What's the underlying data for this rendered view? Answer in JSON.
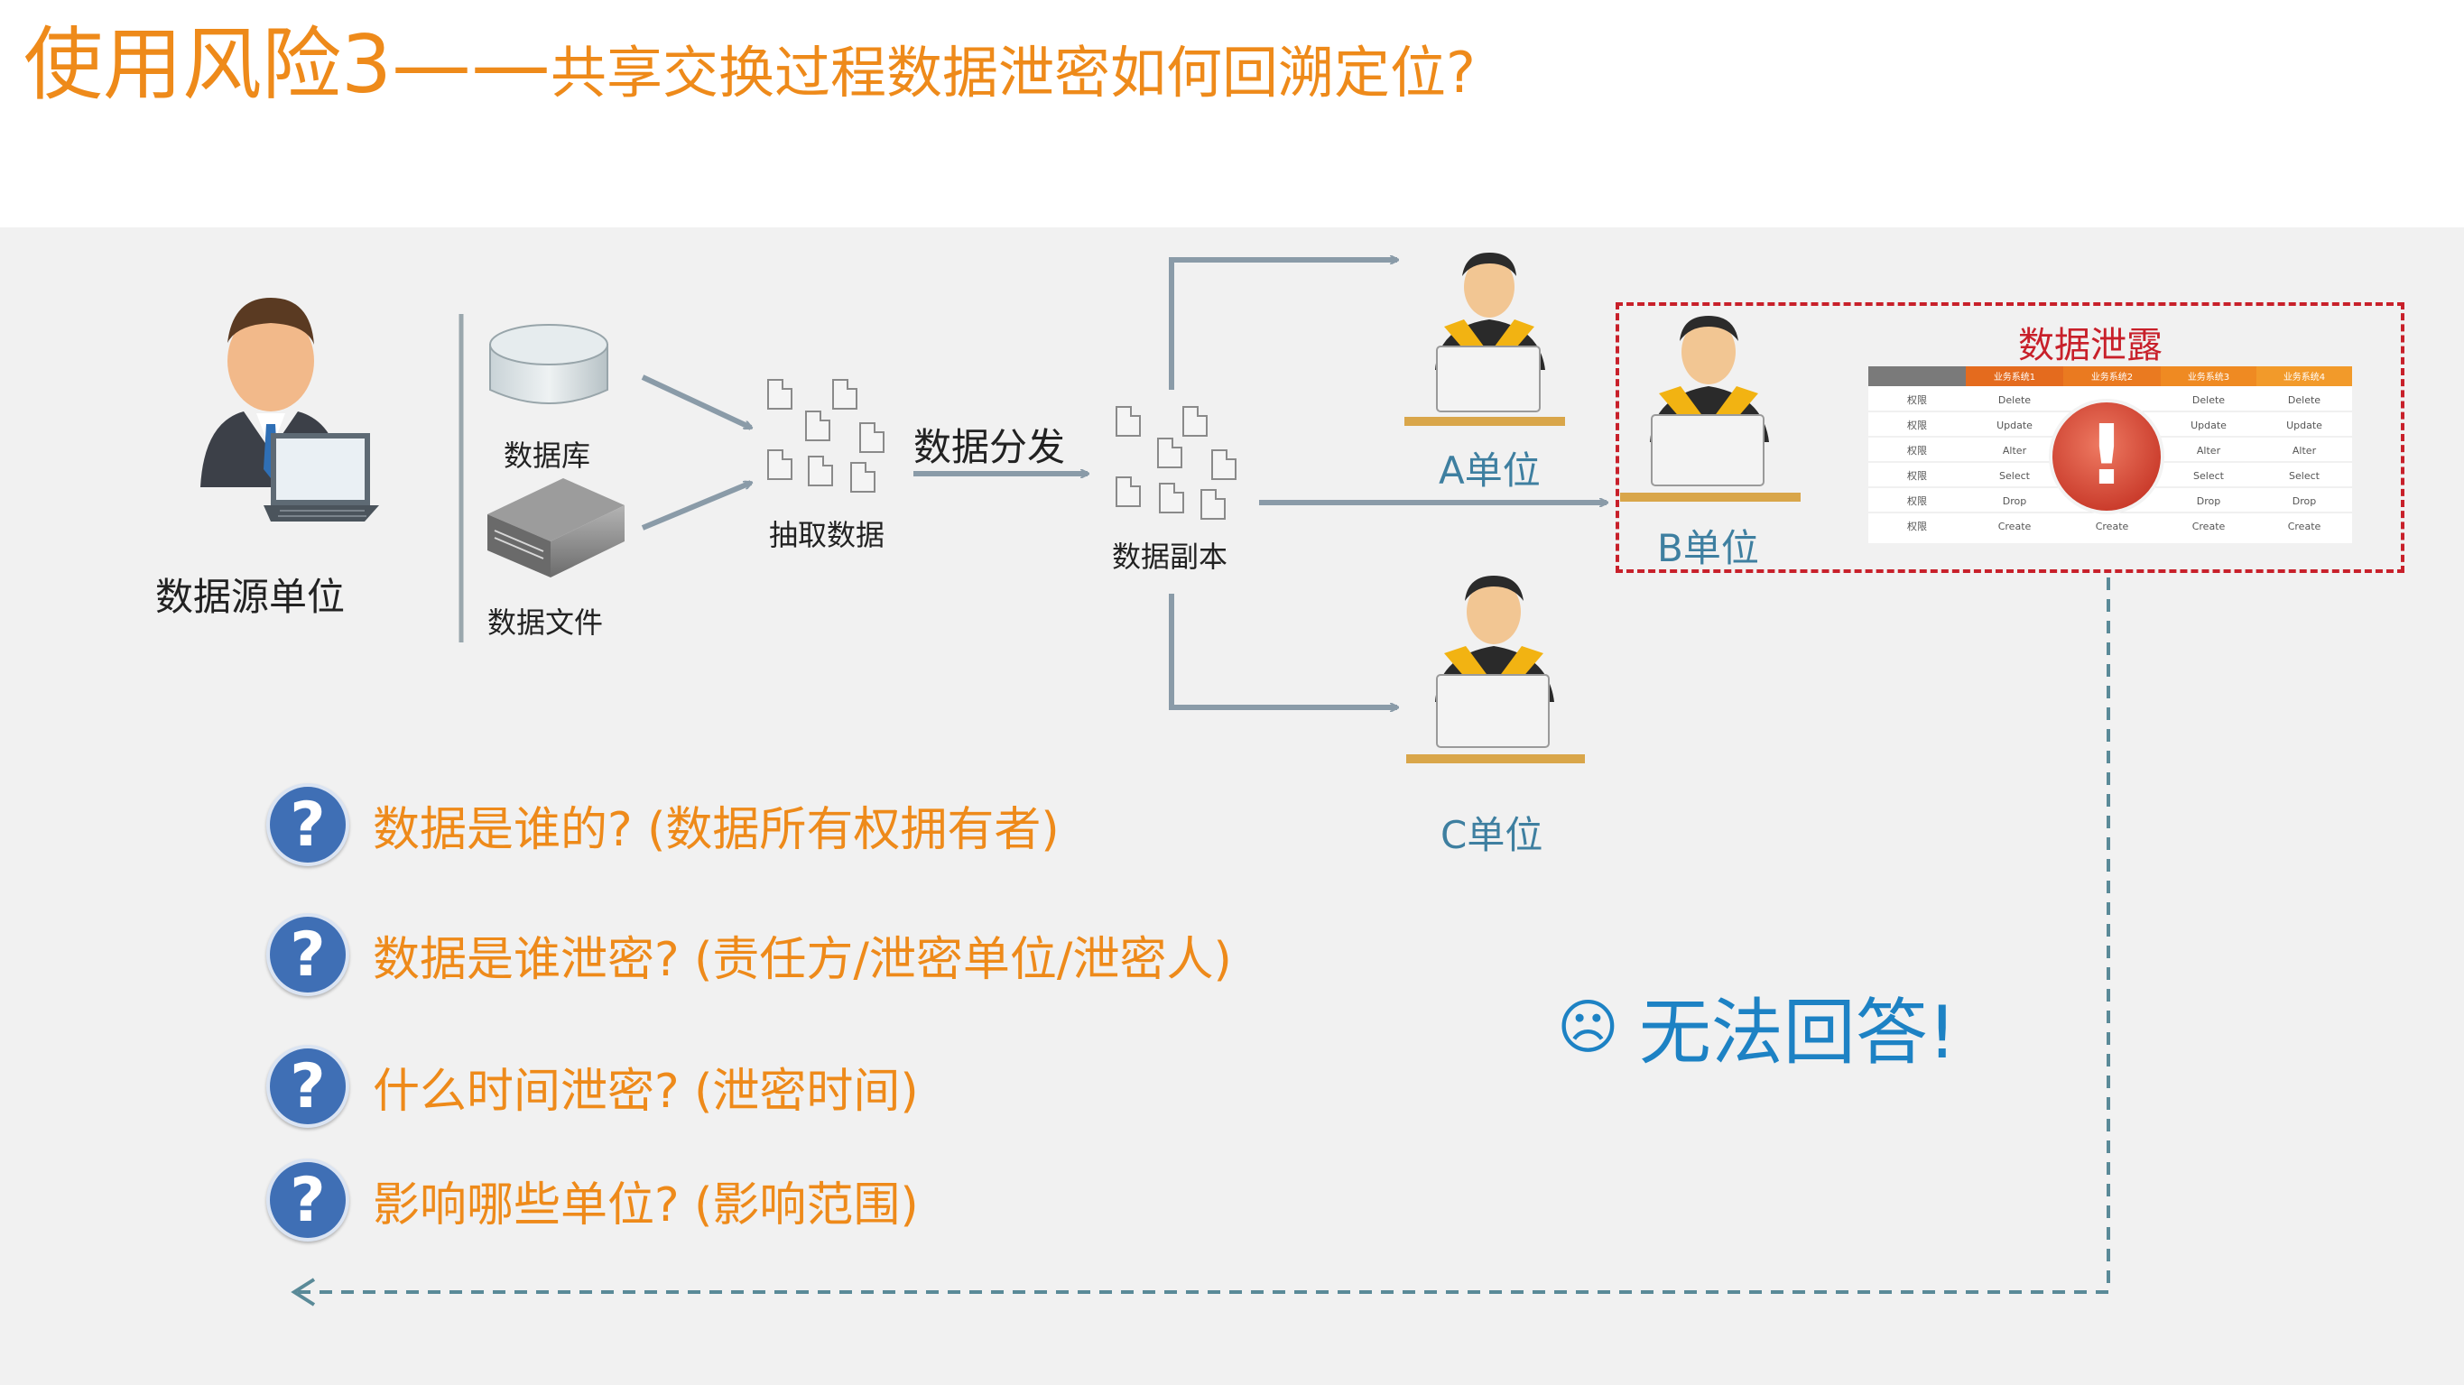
{
  "title": {
    "main": "使用风险3——",
    "sub": "共享交换过程数据泄密如何回溯定位?"
  },
  "source": {
    "label": "数据源单位"
  },
  "stores": {
    "database_label": "数据库",
    "file_label": "数据文件"
  },
  "extract": {
    "label": "抽取数据"
  },
  "distribute": {
    "label": "数据分发"
  },
  "copy": {
    "label": "数据副本"
  },
  "units": {
    "a_label": "A单位",
    "b_label": "B单位",
    "c_label": "C单位"
  },
  "leak": {
    "title": "数据泄露",
    "table_headers": [
      "",
      "业务系统1",
      "业务系统2",
      "业务系统3",
      "业务系统4"
    ],
    "rows": [
      [
        "权限",
        "Delete",
        "",
        "Delete",
        "Delete"
      ],
      [
        "权限",
        "Update",
        "",
        "Update",
        "Update"
      ],
      [
        "权限",
        "Alter",
        "",
        "Alter",
        "Alter"
      ],
      [
        "权限",
        "Select",
        "",
        "Select",
        "Select"
      ],
      [
        "权限",
        "Drop",
        "",
        "Drop",
        "Drop"
      ],
      [
        "权限",
        "Create",
        "Create",
        "Create",
        "Create"
      ]
    ],
    "alert_glyph": "!"
  },
  "questions": [
    {
      "icon": "?",
      "text": "数据是谁的? (数据所有权拥有者)"
    },
    {
      "icon": "?",
      "text": "数据是谁泄密? (责任方/泄密单位/泄密人)"
    },
    {
      "icon": "?",
      "text": "什么时间泄密? (泄密时间)"
    },
    {
      "icon": "?",
      "text": "影响哪些单位? (影响范围)"
    }
  ],
  "answer": {
    "face": "☹",
    "text": "无法回答!"
  },
  "colors": {
    "accent": "#ee8a1a",
    "alert": "#c8202a",
    "link": "#1d82c4",
    "unit": "#3e7fa0",
    "arrow": "#8a9ba8"
  }
}
